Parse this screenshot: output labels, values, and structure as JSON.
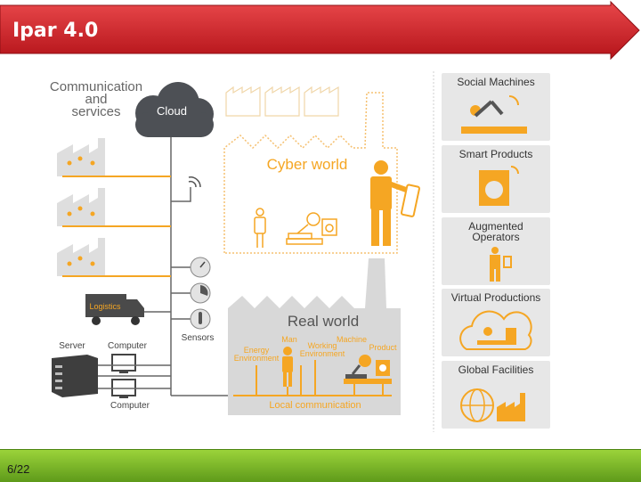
{
  "header": {
    "title": "Ipar 4.0"
  },
  "diagram": {
    "comm_services": [
      "Communication",
      "and",
      "services"
    ],
    "cloud": "Cloud",
    "cyber_world": "Cyber world",
    "real_world": "Real world",
    "logistics": "Logistics",
    "sensors": "Sensors",
    "server": "Server",
    "computer_top": "Computer",
    "computer_bottom": "Computer",
    "man": "Man",
    "energy_env": [
      "Energy",
      "Environment"
    ],
    "working_env": [
      "Working",
      "Environment"
    ],
    "machine": "Machine",
    "product": "Product",
    "local_comm": "Local communication"
  },
  "panels": [
    {
      "lines": [
        "Social Machines"
      ]
    },
    {
      "lines": [
        "Smart Products"
      ]
    },
    {
      "lines": [
        "Augmented",
        "Operators"
      ]
    },
    {
      "lines": [
        "Virtual Productions"
      ]
    },
    {
      "lines": [
        "Global Facilities"
      ]
    }
  ],
  "footer": {
    "page": "6/22"
  },
  "colors": {
    "orange": "#f5a623",
    "gray": "#c9c9c9",
    "dark": "#4a4a4a",
    "title_red": "#c8191e"
  }
}
